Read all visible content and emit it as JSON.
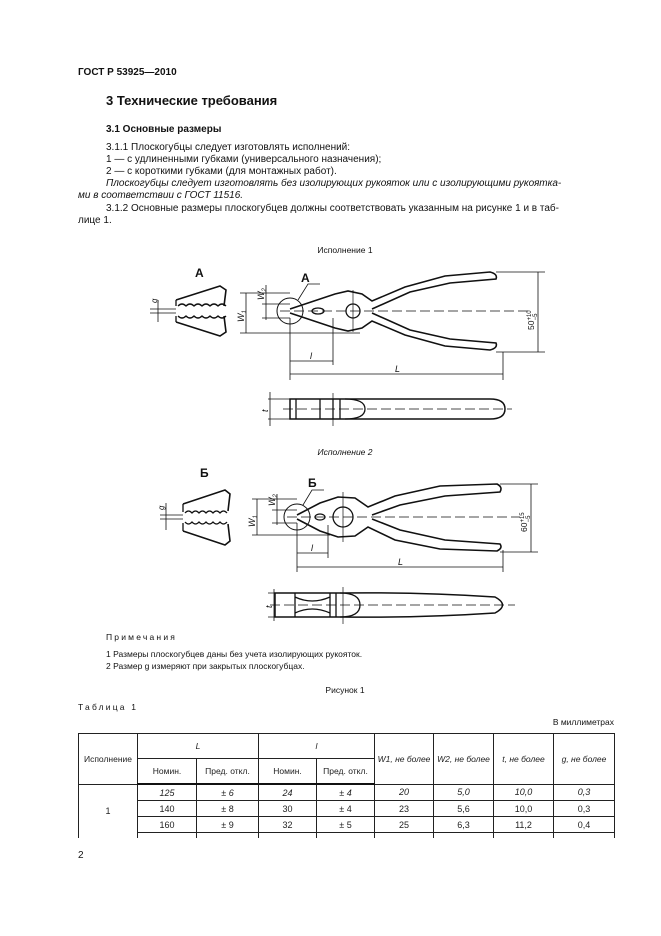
{
  "header": {
    "doc_id": "ГОСТ Р 53925—2010"
  },
  "section": {
    "title": "3 Технические требования",
    "subsection": "3.1 Основные размеры"
  },
  "paragraphs": [
    "3.1.1 Плоскогубцы следует изготовлять исполнений:",
    "1 — с удлиненными губками (универсального назначения);",
    "2 — с короткими губками (для монтажных работ).",
    "Плоскогубцы следует изготовлять без изолирующих рукояток или с изолирующими рукоятка-",
    "ми в соответствии с ГОСТ 11516.",
    "3.1.2 Основные размеры плоскогубцев должны соответствовать указанным на рисунке 1 и в таб-",
    "лице 1."
  ],
  "figure": {
    "variant1": {
      "caption": "Исполнение 1",
      "detail": "А",
      "height_dim": "50",
      "height_tol_up": "+10",
      "height_tol_down": "−5"
    },
    "variant2": {
      "caption": "Исполнение 2",
      "detail": "Б",
      "height_dim": "60",
      "height_tol_up": "+15",
      "height_tol_down": "−5"
    },
    "dims": {
      "L": "L",
      "l": "l",
      "W1": "W",
      "W1_sub": "1",
      "W2": "W",
      "W2_sub": "2",
      "t": "t",
      "g": "g"
    },
    "notes_title": "Примечания",
    "notes": [
      "1 Размеры плоскогубцев даны без учета изолирующих рукояток.",
      "2 Размер g измеряют при закрытых плоскогубцах."
    ],
    "label": "Рисунок 1"
  },
  "table": {
    "title": "Таблица 1",
    "units": "В миллиметрах",
    "headers": {
      "variant": "Исполнение",
      "L": "L",
      "l": "l",
      "W1": "W1, не более",
      "W2": "W2, не более",
      "t": "t, не более",
      "g": "g, не более",
      "nom": "Номин.",
      "tol": "Пред. откл."
    },
    "group": "1",
    "rows": [
      [
        "125",
        "± 6",
        "24",
        "± 4",
        "20",
        "5,0",
        "10,0",
        "0,3"
      ],
      [
        "140",
        "± 8",
        "30",
        "± 4",
        "23",
        "5,6",
        "10,0",
        "0,3"
      ],
      [
        "160",
        "± 9",
        "32",
        "± 5",
        "25",
        "6,3",
        "11,2",
        "0,4"
      ]
    ]
  },
  "footer": {
    "page_number": "2"
  }
}
